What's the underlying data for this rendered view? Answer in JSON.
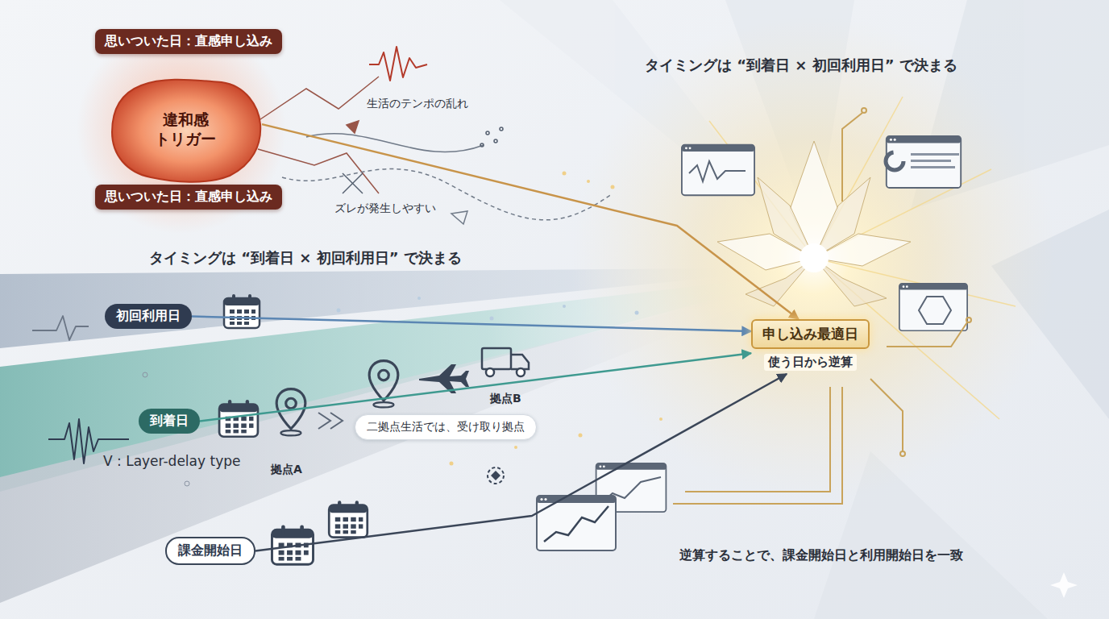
{
  "diagram": {
    "nodes": [
      {
        "text": [
          "思いついた日：直感申し込み"
        ]
      },
      {
        "text": [
          "違和感 トリガー"
        ]
      },
      {
        "text": [
          "思いついた日：直感申し込み"
        ]
      },
      {
        "text": [
          "初回利用日"
        ]
      },
      {
        "text": [
          "到着日"
        ]
      },
      {
        "text": [
          "二拠点生活では、受け取り拠点"
        ]
      },
      {
        "text": [
          "課金開始日"
        ]
      },
      {
        "text": [
          "申し込み最適日",
          "使う日から逆算"
        ]
      }
    ],
    "edges": [
      {
        "from": 1,
        "to": 7,
        "arrow": "to"
      },
      {
        "from": 3,
        "to": 7,
        "arrow": "to"
      },
      {
        "from": 4,
        "to": 7,
        "arrow": "to"
      },
      {
        "from": 6,
        "to": 7,
        "arrow": "to"
      }
    ],
    "labels": [
      "タイミングは “到着日 × 初回利用日” で決まる",
      "生活のテンポの乱れ",
      "ズレが発生しやすい",
      "タイミングは “到着日 × 初回利用日” で決まる",
      "拠点A",
      "拠点B",
      "V : Layer-delay type",
      "逆算することで、課金開始日と利用開始日を一致"
    ]
  }
}
